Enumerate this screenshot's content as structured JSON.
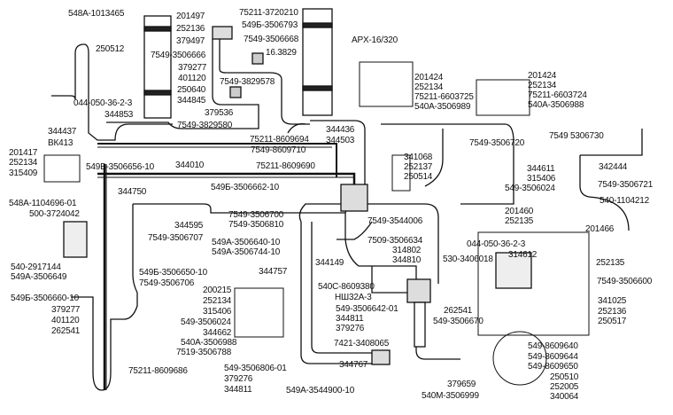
{
  "diagram": {
    "labels": [
      "548A-1013465",
      "250512",
      "201497",
      "252136",
      "379497",
      "75211-3720210",
      "549Б-3506793",
      "7549-3506668",
      "16.3829",
      "7549-3506666",
      "379277",
      "401120",
      "7549-3829578",
      "250640",
      "344845",
      "379536",
      "7549-3829580",
      "044-050-36-2-3",
      "344853",
      "344437",
      "ВК413",
      "APX-16/320",
      "201424",
      "252134",
      "75211-6603725",
      "540A-3506989",
      "201424",
      "252134",
      "75211-6603724",
      "540A-3506988",
      "344436",
      "344503",
      "75211-8609694",
      "7549-8609710",
      "344010",
      "75211-8609690",
      "341068",
      "252137",
      "250514",
      "7549-3506720",
      "7549 5306730",
      "342444",
      "344611",
      "315406",
      "549-3506024",
      "7549-3506721",
      "540-1104212",
      "201417",
      "252134",
      "315409",
      "549Б-3506656-10",
      "549Б-3506662-10",
      "344750",
      "548A-1104696-01",
      "500-3724042",
      "344595",
      "7549-3506700",
      "7549-3506810",
      "7549-3544006",
      "7549-3506707",
      "549A-3506640-10",
      "549A-3506744-10",
      "7509-3506634",
      "314802",
      "344810",
      "530-3406018",
      "201460",
      "252135",
      "201466",
      "044-050-36-2-3",
      "314612",
      "252135",
      "7549-3506600",
      "540-2917144",
      "549A-3506649",
      "549Б-3506650-10",
      "7549-3506706",
      "549Б-3506660-10",
      "379277",
      "401120",
      "262541",
      "344757",
      "344149",
      "540C-8609380",
      "НШ32А-3",
      "200215",
      "252134",
      "315406",
      "549-3506024",
      "344662",
      "540A-3506988",
      "7519-3506788",
      "549-3506642-01",
      "344811",
      "379276",
      "262541",
      "549-3506670",
      "341025",
      "252136",
      "250517",
      "7421-3408065",
      "344767",
      "549-3506806-01",
      "379276",
      "344811",
      "549A-3544900-10",
      "379659",
      "540M-3506999",
      "549-8609640",
      "549-8609644",
      "549-8609650",
      "250510",
      "252005",
      "340064",
      "75211-8609686"
    ]
  }
}
